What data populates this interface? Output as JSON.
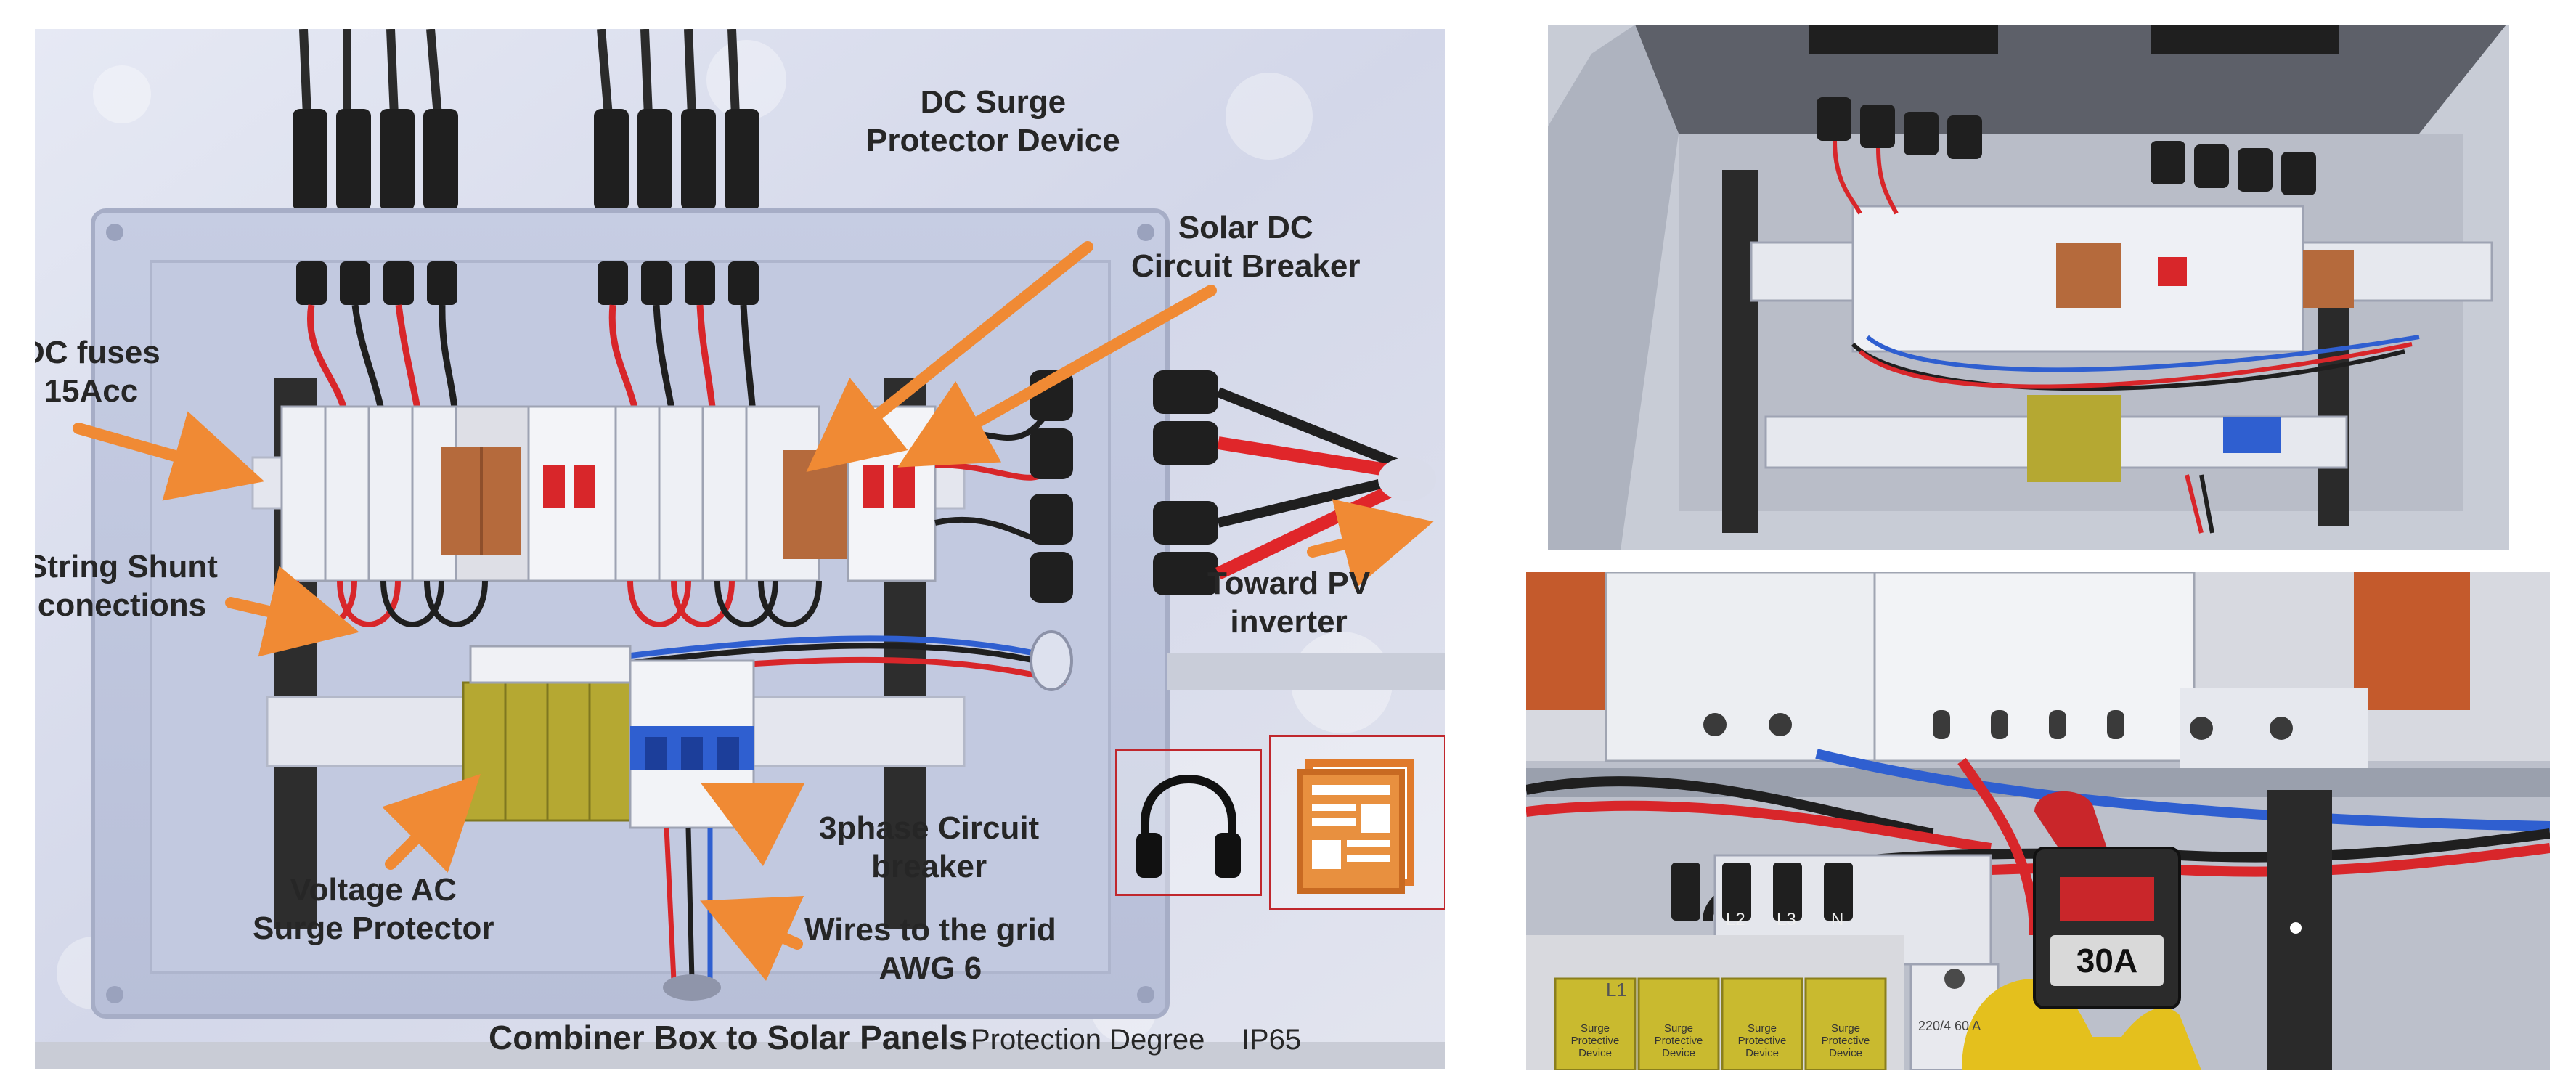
{
  "main_panel": {
    "labels": {
      "dc_surge": [
        "DC Surge",
        "Protector Device"
      ],
      "solar_dc_breaker": [
        "Solar DC",
        "Circuit Breaker"
      ],
      "dc_fuses": [
        "DC fuses",
        "15Acc"
      ],
      "string_shunt": [
        "String Shunt",
        "conections"
      ],
      "toward_pv": [
        "Toward PV",
        "inverter"
      ],
      "three_phase": [
        "3phase Circuit",
        "breaker"
      ],
      "voltage_ac": [
        "Voltage AC",
        "Surge Protector"
      ],
      "wires_grid": [
        "Wires to the grid",
        "AWG 6"
      ]
    },
    "caption": {
      "title": "Combiner Box to Solar Panels",
      "subtitle": "Protection Degree",
      "rating": "IP65"
    },
    "buttons": {
      "audio_icon": "headphones-icon",
      "document_icon": "document-icon"
    }
  },
  "bottom_right_panel": {
    "terminal_labels": [
      "L1",
      "L2",
      "L3",
      "N"
    ],
    "surge_labels": [
      "Surge Protective Device",
      "Surge Protective Device",
      "Surge Protective Device",
      "Surge Protective Device"
    ],
    "breaker_text": "220/4 60 A",
    "meter_reading": "30A"
  },
  "colors": {
    "accent_arrow": "#f08a34",
    "icon_border": "#c0272d",
    "wire_red": "#d8262a",
    "wire_blue": "#2f5fd0",
    "surge_yellow": "#b5a832",
    "copper_block": "#b56a3c"
  }
}
